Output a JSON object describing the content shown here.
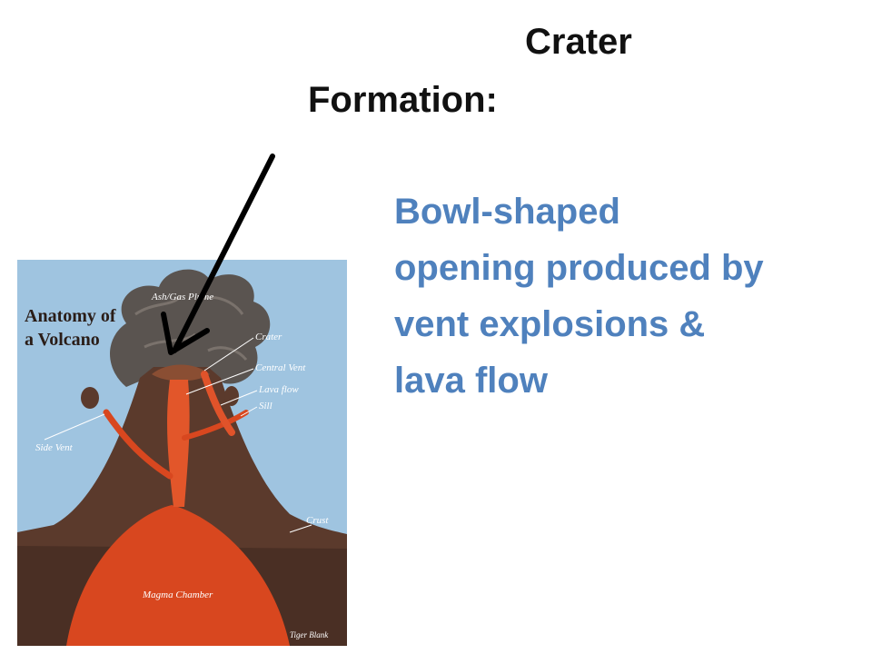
{
  "title": {
    "line1": "Crater",
    "line2": "Formation:"
  },
  "description": [
    "Bowl-shaped",
    "opening produced by",
    "vent explosions &",
    "lava flow"
  ],
  "diagram": {
    "heading_line1": "Anatomy of",
    "heading_line2": "a Volcano",
    "labels": {
      "ash": "Ash/Gas Plume",
      "crater": "Crater",
      "central_vent": "Central Vent",
      "lava_flow": "Lava flow",
      "sill": "Sill",
      "side_vent": "Side Vent",
      "crust": "Crust",
      "magma_chamber": "Magma Chamber",
      "credit": "Tiger Blank"
    }
  },
  "colors": {
    "title": "#111111",
    "description": "#4f81bd",
    "sky": "#9fc4e0",
    "ash": "#5a5450",
    "mountain": "#5b3a2c",
    "lava": "#d8471f",
    "arrow": "#000000"
  }
}
